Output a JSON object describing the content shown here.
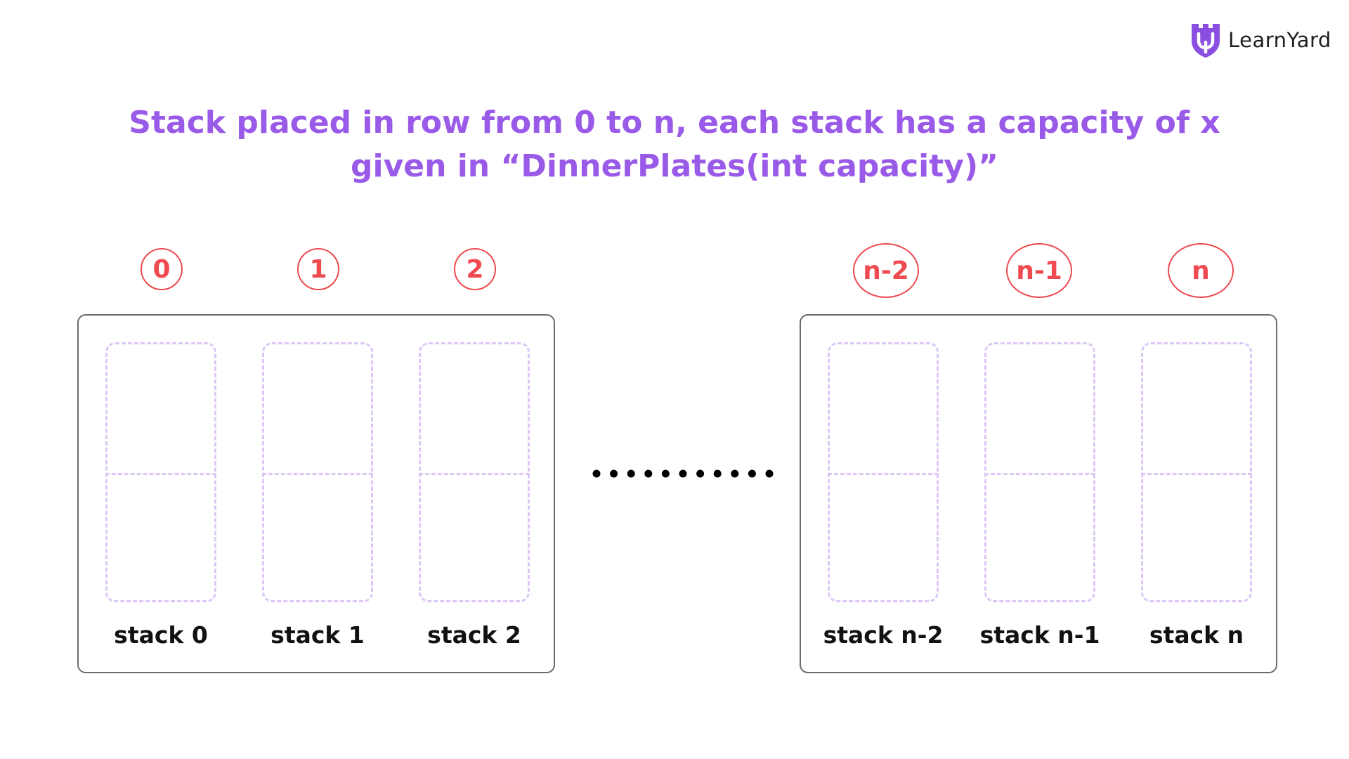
{
  "brand": {
    "name": "LearnYard"
  },
  "title": {
    "line1": "Stack placed in row from 0 to n, each stack has a capacity of x",
    "line2": "given in “DinnerPlates(int capacity)”"
  },
  "colors": {
    "title": "#9a5ae8",
    "index_circle": "#ee4a4f",
    "stack_dashed": "#dcc7f6",
    "group_border": "#6b6b6b",
    "label": "#111111"
  },
  "indices": [
    "0",
    "1",
    "2",
    "n-2",
    "n-1",
    "n"
  ],
  "stacks": {
    "left": [
      {
        "label": "stack 0"
      },
      {
        "label": "stack 1"
      },
      {
        "label": "stack 2"
      }
    ],
    "right": [
      {
        "label": "stack n-2"
      },
      {
        "label": "stack n-1"
      },
      {
        "label": "stack n"
      }
    ]
  }
}
